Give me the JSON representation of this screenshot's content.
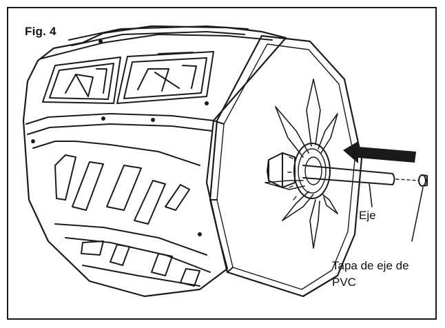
{
  "figure": {
    "label": "Fig. 4"
  },
  "callouts": {
    "axle": "Eje",
    "cap_line1": "Tapa de eje de",
    "cap_line2": "PVC"
  },
  "colors": {
    "line": "#1a1a1a",
    "frame": "#1a1a1a",
    "background": "#ffffff"
  },
  "icons": {
    "direction": "arrow-left-icon"
  }
}
